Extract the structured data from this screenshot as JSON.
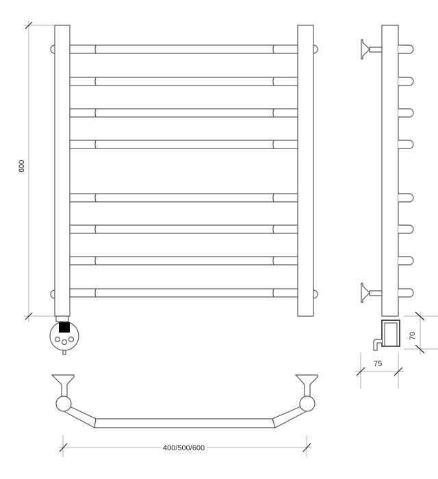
{
  "dimensions": {
    "height": "600",
    "width": "400/500/600",
    "heater_height": "70",
    "heater_depth": "75"
  },
  "colors": {
    "line": "#555555",
    "dimension": "#999999",
    "heater_display": "#000000"
  }
}
